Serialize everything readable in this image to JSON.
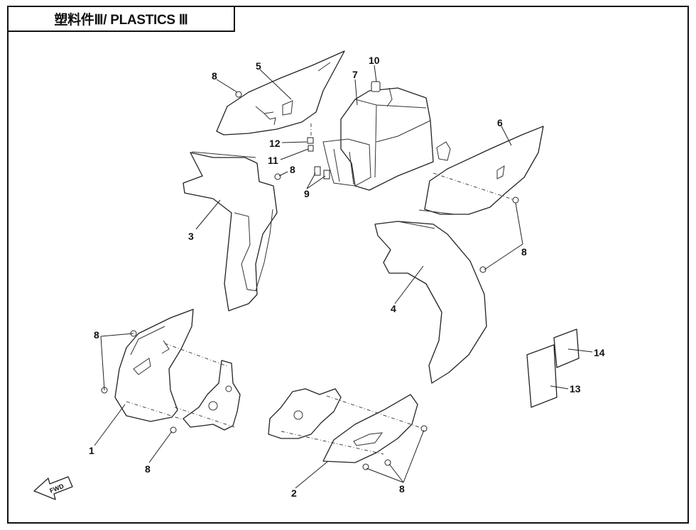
{
  "title": "塑料件Ⅲ/ PLASTICS Ⅲ",
  "fwd_label": "FWD",
  "callouts": {
    "c1": "1",
    "c2": "2",
    "c3": "3",
    "c4": "4",
    "c5": "5",
    "c6": "6",
    "c7": "7",
    "c8a": "8",
    "c8b": "8",
    "c8c": "8",
    "c8d": "8",
    "c8e": "8",
    "c8f": "8",
    "c9": "9",
    "c10": "10",
    "c11": "11",
    "c12": "12",
    "c13": "13",
    "c14": "14"
  }
}
